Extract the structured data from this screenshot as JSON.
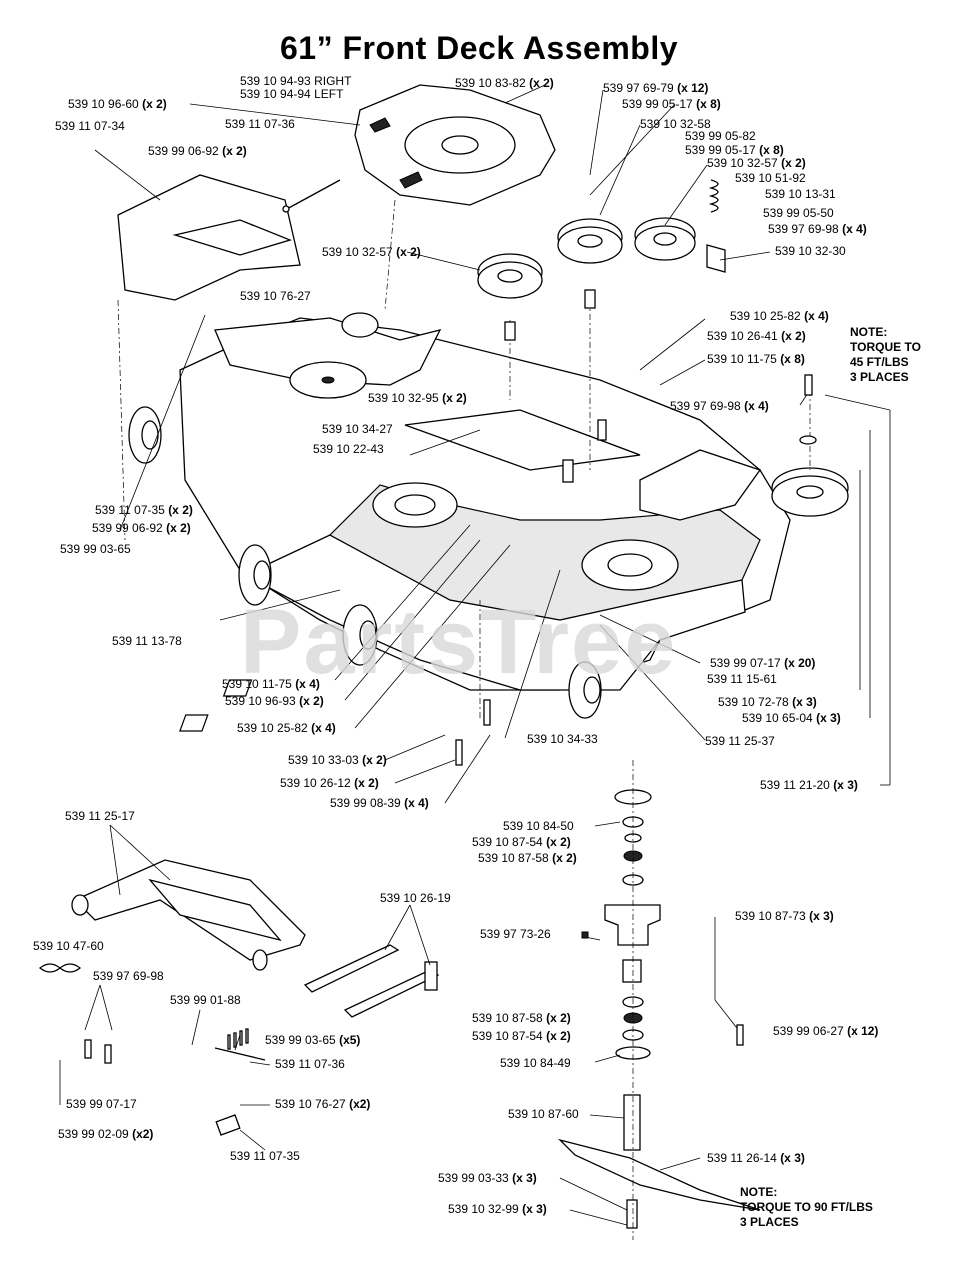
{
  "title": "61” Front Deck Assembly",
  "watermark": "PartsTree",
  "notes": [
    {
      "id": "note-torque-45",
      "text": "NOTE:\nTORQUE TO\n45 FT/LBS\n3 PLACES"
    },
    {
      "id": "note-torque-90",
      "text": "NOTE:\nTORQUE TO 90 FT/LBS\n3 PLACES"
    }
  ],
  "callouts": [
    {
      "part": "539 10 94-93 RIGHT",
      "qty": ""
    },
    {
      "part": "539 10 94-94 LEFT",
      "qty": ""
    },
    {
      "part": "539 10 83-82",
      "qty": "(x 2)"
    },
    {
      "part": "539 97 69-79",
      "qty": "(x 12)"
    },
    {
      "part": "539 99 05-17",
      "qty": "(x 8)"
    },
    {
      "part": "539 10 96-60",
      "qty": "(x 2)"
    },
    {
      "part": "539 11 07-36",
      "qty": ""
    },
    {
      "part": "539 11 07-34",
      "qty": ""
    },
    {
      "part": "539 10 32-58",
      "qty": ""
    },
    {
      "part": "539 99 05-82",
      "qty": ""
    },
    {
      "part": "539 99 05-17",
      "qty": "(x 8)"
    },
    {
      "part": "539 10 32-57",
      "qty": "(x 2)"
    },
    {
      "part": "539 99 06-92",
      "qty": "(x 2)"
    },
    {
      "part": "539 10 51-92",
      "qty": ""
    },
    {
      "part": "539 10 13-31",
      "qty": ""
    },
    {
      "part": "539 99 05-50",
      "qty": ""
    },
    {
      "part": "539 97 69-98",
      "qty": "(x 4)"
    },
    {
      "part": "539 10 32-30",
      "qty": ""
    },
    {
      "part": "539 10 32-57",
      "qty": "(x 2)"
    },
    {
      "part": "539 10 76-27",
      "qty": ""
    },
    {
      "part": "539 10 25-82",
      "qty": "(x 4)"
    },
    {
      "part": "539 10 26-41",
      "qty": "(x 2)"
    },
    {
      "part": "539 10 11-75",
      "qty": "(x 8)"
    },
    {
      "part": "539 97 69-98",
      "qty": "(x 4)"
    },
    {
      "part": "539 10 32-95",
      "qty": "(x 2)"
    },
    {
      "part": "539 10 34-27",
      "qty": ""
    },
    {
      "part": "539 10 22-43",
      "qty": ""
    },
    {
      "part": "539 11 07-35",
      "qty": "(x 2)"
    },
    {
      "part": "539 99 06-92",
      "qty": "(x 2)"
    },
    {
      "part": "539 99 03-65",
      "qty": ""
    },
    {
      "part": "539 11 13-78",
      "qty": ""
    },
    {
      "part": "539 99 07-17",
      "qty": "(x 20)"
    },
    {
      "part": "539 11 15-61",
      "qty": ""
    },
    {
      "part": "539 10 11-75",
      "qty": "(x 4)"
    },
    {
      "part": "539 10 96-93",
      "qty": "(x 2)"
    },
    {
      "part": "539 10 72-78",
      "qty": "(x 3)"
    },
    {
      "part": "539 10 65-04",
      "qty": "(x 3)"
    },
    {
      "part": "539 10 25-82",
      "qty": "(x 4)"
    },
    {
      "part": "539 10 34-33",
      "qty": ""
    },
    {
      "part": "539 11 25-37",
      "qty": ""
    },
    {
      "part": "539 10 33-03",
      "qty": "(x 2)"
    },
    {
      "part": "539 10 26-12",
      "qty": "(x 2)"
    },
    {
      "part": "539 99 08-39",
      "qty": "(x 4)"
    },
    {
      "part": "539 11 21-20",
      "qty": "(x 3)"
    },
    {
      "part": "539 11 25-17",
      "qty": ""
    },
    {
      "part": "539 10 84-50",
      "qty": ""
    },
    {
      "part": "539 10 87-54",
      "qty": "(x 2)"
    },
    {
      "part": "539 10 87-58",
      "qty": "(x 2)"
    },
    {
      "part": "539 10 26-19",
      "qty": ""
    },
    {
      "part": "539 10 87-73",
      "qty": "(x 3)"
    },
    {
      "part": "539 97 73-26",
      "qty": ""
    },
    {
      "part": "539 10 47-60",
      "qty": ""
    },
    {
      "part": "539 97 69-98",
      "qty": ""
    },
    {
      "part": "539 99 01-88",
      "qty": ""
    },
    {
      "part": "539 99 03-65",
      "qty": "(x5)"
    },
    {
      "part": "539 11 07-36",
      "qty": ""
    },
    {
      "part": "539 10 87-58",
      "qty": "(x 2)"
    },
    {
      "part": "539 10 87-54",
      "qty": "(x 2)"
    },
    {
      "part": "539 10 84-49",
      "qty": ""
    },
    {
      "part": "539 99 06-27",
      "qty": "(x 12)"
    },
    {
      "part": "539 99 07-17",
      "qty": ""
    },
    {
      "part": "539 10 76-27",
      "qty": "(x2)"
    },
    {
      "part": "539 10 87-60",
      "qty": ""
    },
    {
      "part": "539 99 02-09",
      "qty": "(x2)"
    },
    {
      "part": "539 11 07-35",
      "qty": ""
    },
    {
      "part": "539 11 26-14",
      "qty": "(x 3)"
    },
    {
      "part": "539 99 03-33",
      "qty": "(x 3)"
    },
    {
      "part": "539 10 32-99",
      "qty": "(x 3)"
    }
  ]
}
